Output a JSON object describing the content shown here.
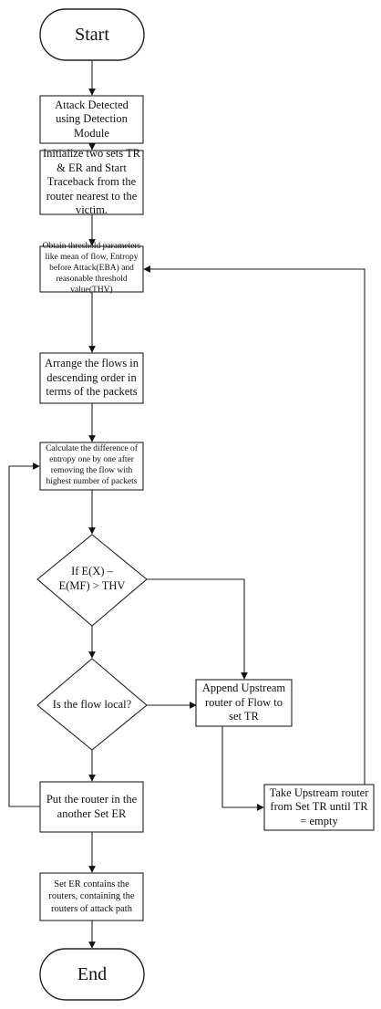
{
  "nodes": {
    "start": "Start",
    "attack_detected": "Attack Detected using Detection Module",
    "initialize": "Initialize two sets TR & ER and Start Traceback from the router nearest to the victim.",
    "obtain_threshold": "Obtain threshold parameters like mean of flow, Entropy before Attack(EBA) and reasonable threshold value(THV)",
    "arrange_flows": "Arrange the flows in descending order in terms of the packets",
    "calculate_difference": "Calculate the difference of entropy one by one after removing the flow with highest number of packets",
    "decision_entropy": "If E(X) – E(MF) > THV",
    "decision_local": "Is the flow local?",
    "append_upstream": "Append Upstream router of Flow to set TR",
    "put_router": "Put the router in the another Set ER",
    "take_upstream": "Take Upstream router from Set TR until TR = empty",
    "set_er_contains": "Set ER contains the routers, containing the routers of attack path",
    "end": "End"
  }
}
